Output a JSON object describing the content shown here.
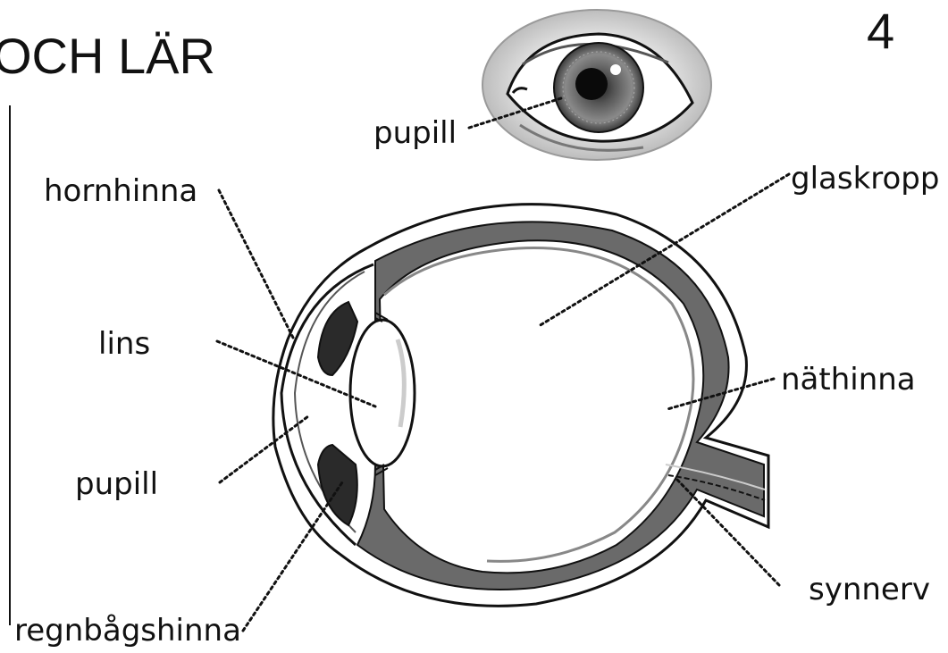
{
  "heading": "OCH LÄR",
  "page_number": "4",
  "labels": {
    "pupil_top": "pupill",
    "hornhinna": "hornhinna",
    "lins": "lins",
    "pupill": "pupill",
    "regnbagshinna": "regnbågshinna",
    "glaskropp": "glaskropp",
    "nathinna": "näthinna",
    "synnerv": "synnerv"
  }
}
